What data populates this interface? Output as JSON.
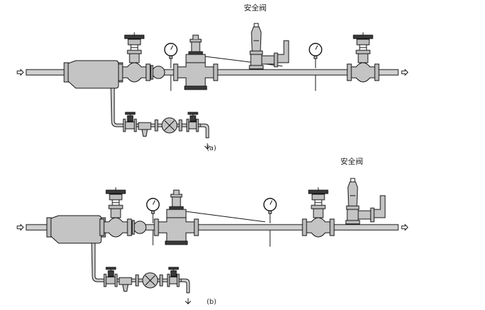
{
  "labels": {
    "a": {
      "safety_valve": "安全阀",
      "caption": "(a)"
    },
    "b": {
      "safety_valve": "安全阀",
      "caption": "(b)"
    }
  }
}
